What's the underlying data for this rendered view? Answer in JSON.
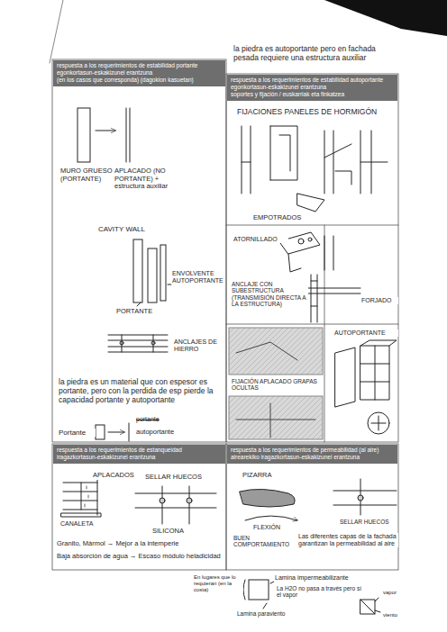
{
  "diagram": {
    "nodes": [
      {
        "text": [
          "respuesta a los requerimientos de estabilidad portante",
          "egonkortasun-eskakizunei erantzuna",
          "(en los casos que corresponda) (dagokion kasuetan)"
        ]
      },
      {
        "text": [
          "respuesta a los requerimientos de estabilidad autoportante",
          "egonkortasun-eskakizunei erantzuna",
          "soportes y fijación / euskarriak eta finkatzea"
        ]
      },
      {
        "text": [
          "respuesta a los requerimientos de estanqueidad",
          "iragazkortasun-eskakizunei erantzuna"
        ]
      },
      {
        "text": [
          "respuesta a los requerimientos de permeabilidad (al aire)",
          "airearekiko iragazkortasun-eskakizunei erantzuna"
        ]
      }
    ],
    "labels": [
      "la piedra es autoportante pero en fachada pesada requiere una estructura auxiliar",
      "MURO GRUESO (PORTANTE)",
      "APLACADO (NO PORTANTE) + estructura auxiliar",
      "CAVITY WALL",
      "ENVOLVENTE AUTOPORTANTE",
      "PORTANTE",
      "ANCLAJES DE HIERRO",
      "la piedra es un material que con espesor es portante, pero con la perdida de esp pierde la capacidad portante y autoportante",
      "Portante",
      "portante",
      "autoportante",
      "FIJACIONES PANELES DE HORMIGÓN",
      "EMPOTRADOS",
      "ATORNILLADO",
      "ANCLAJE CON SUBESTRUCTURA (TRANSMISIÓN DIRECTA A LA ESTRUCTURA)",
      "FORJADO",
      "AUTOPORTANTE",
      "FIJACIÓN APLACADO GRAPAS OCULTAS",
      "APLACADOS",
      "SELLAR HUECOS",
      "CANALETA",
      "SILICONA",
      "Granito, Mármol → Mejor a la intemperie",
      "Baja absorción de agua → Escaso módulo heladicidad",
      "PIZARRA",
      "FLEXIÓN",
      "BUEN COMPORTAMIENTO",
      "SELLAR HUECOS",
      "Las diferentes capas de la fachada garantizan la permeabilidad al aire",
      "En lugares que lo requieran (en la costa)",
      "Lamina impermeabilizante",
      "La H2O no pasa a través pero sí el vapor",
      "Lamina paraviento",
      "vapor",
      "viento"
    ]
  }
}
